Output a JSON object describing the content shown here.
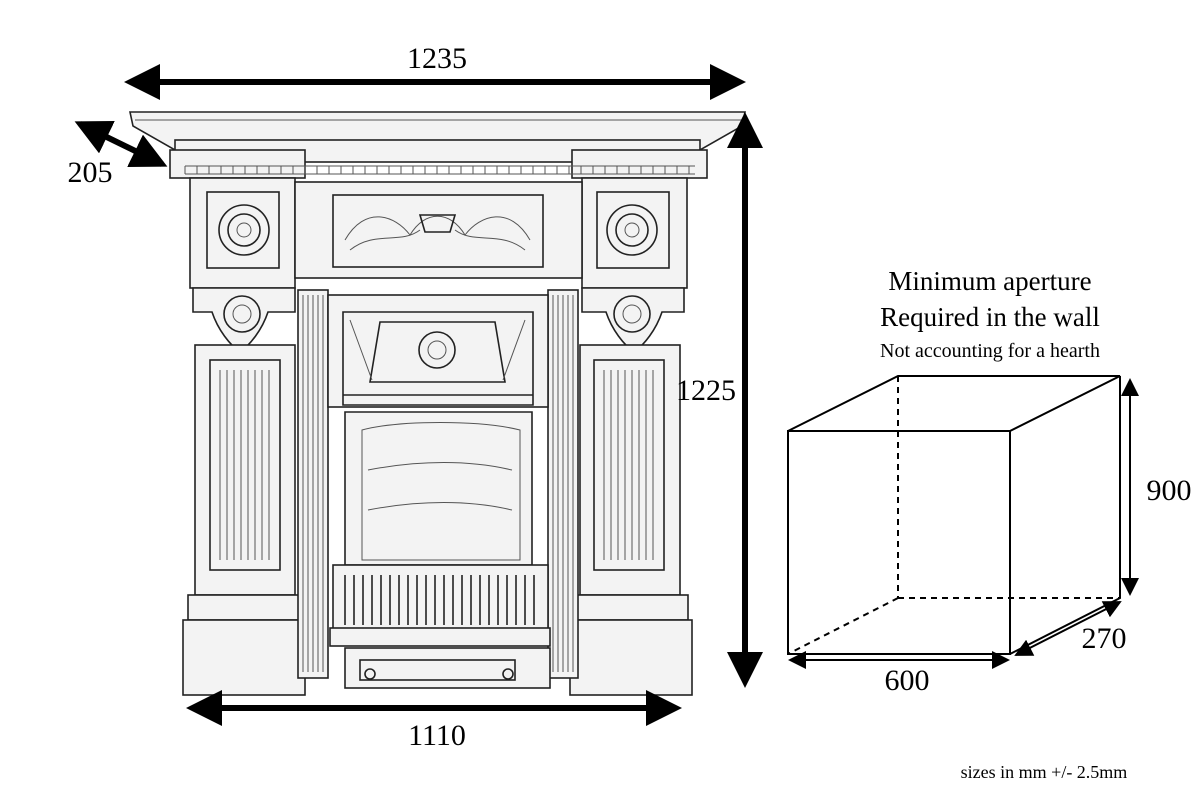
{
  "fireplace": {
    "dimensions": {
      "top_width": "1235",
      "depth": "205",
      "height": "1225",
      "bottom_width": "1110"
    }
  },
  "aperture": {
    "title_line1": "Minimum aperture",
    "title_line2": "Required in the wall",
    "subtitle": "Not accounting for a hearth",
    "dimensions": {
      "height": "900",
      "depth": "270",
      "width": "600"
    }
  },
  "footnote": "sizes in mm +/- 2.5mm",
  "colors": {
    "line": "#000000",
    "sketch": "#222222",
    "background": "#ffffff"
  }
}
